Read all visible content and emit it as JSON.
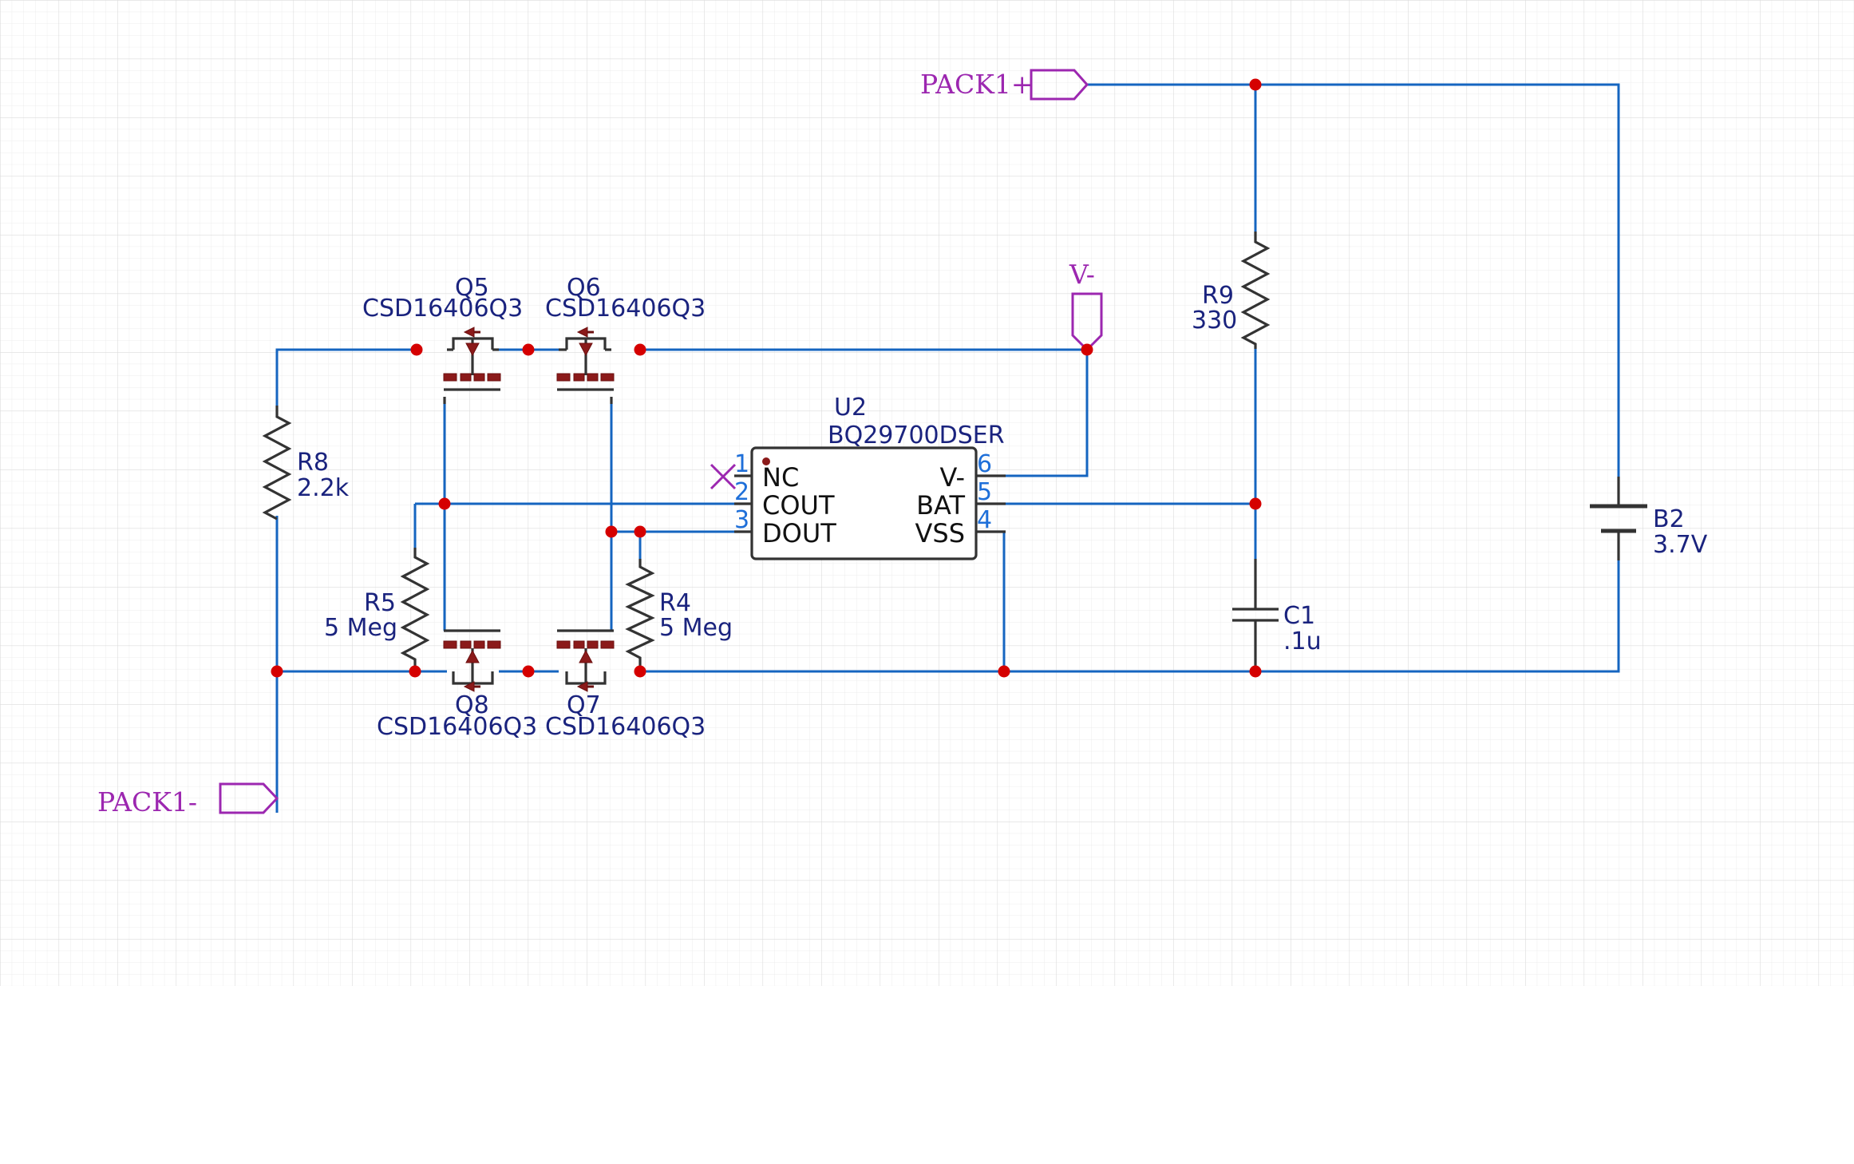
{
  "ports": {
    "pack_pos": "PACK1+",
    "pack_neg": "PACK1-",
    "v_minus": "V-"
  },
  "components": {
    "q5": {
      "ref": "Q5",
      "value": "CSD16406Q3"
    },
    "q6": {
      "ref": "Q6",
      "value": "CSD16406Q3"
    },
    "q7": {
      "ref": "Q7",
      "value": "CSD16406Q3"
    },
    "q8": {
      "ref": "Q8",
      "value": "CSD16406Q3"
    },
    "r4": {
      "ref": "R4",
      "value": "5 Meg"
    },
    "r5": {
      "ref": "R5",
      "value": "5 Meg"
    },
    "r8": {
      "ref": "R8",
      "value": "2.2k"
    },
    "r9": {
      "ref": "R9",
      "value": "330"
    },
    "c1": {
      "ref": "C1",
      "value": ".1u"
    },
    "b2": {
      "ref": "B2",
      "value": "3.7V"
    },
    "u2": {
      "ref": "U2",
      "value": "BQ29700DSER",
      "pins_left": [
        {
          "num": "1",
          "name": "NC"
        },
        {
          "num": "2",
          "name": "COUT"
        },
        {
          "num": "3",
          "name": "DOUT"
        }
      ],
      "pins_right": [
        {
          "num": "6",
          "name": "V-"
        },
        {
          "num": "5",
          "name": "BAT"
        },
        {
          "num": "4",
          "name": "VSS"
        }
      ]
    }
  },
  "colors": {
    "wire": "#1565c0",
    "junction": "#d50000",
    "label": "#1a237e",
    "pin_number": "#1e6fd9",
    "port": "#9c27b0",
    "mosfet": "#8b1a1a",
    "grid": "#e6e6e6"
  }
}
